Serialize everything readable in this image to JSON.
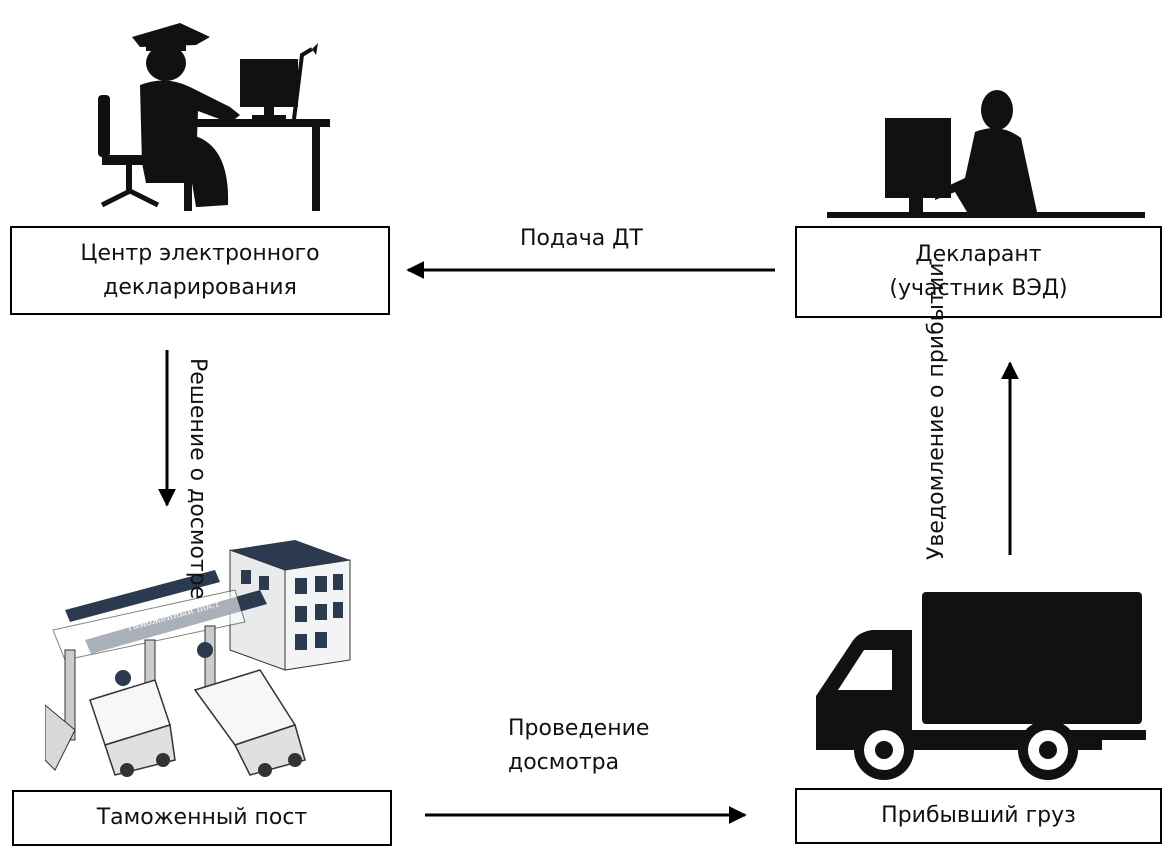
{
  "nodes": {
    "center": {
      "line1": "Центр электронного",
      "line2": "декларирования"
    },
    "declarant": {
      "line1": "Декларант",
      "line2": "(участник ВЭД)"
    },
    "customs_post": {
      "label": "Таможенный пост"
    },
    "cargo": {
      "label": "Прибывший груз"
    }
  },
  "edges": {
    "submit": {
      "label": "Подача ДТ"
    },
    "decision": {
      "line1": "Решение о",
      "line2": "досмотре"
    },
    "notify": {
      "line1": "Уведомление",
      "line2": "о прибытии"
    },
    "inspect": {
      "line1": "Проведение",
      "line2": "досмотра"
    }
  },
  "illustrations": {
    "customs_post_sign": "Таможенный пост"
  },
  "icons": [
    "officer-at-desk-icon",
    "declarant-at-computer-icon",
    "customs-post-building-icon",
    "truck-icon"
  ]
}
